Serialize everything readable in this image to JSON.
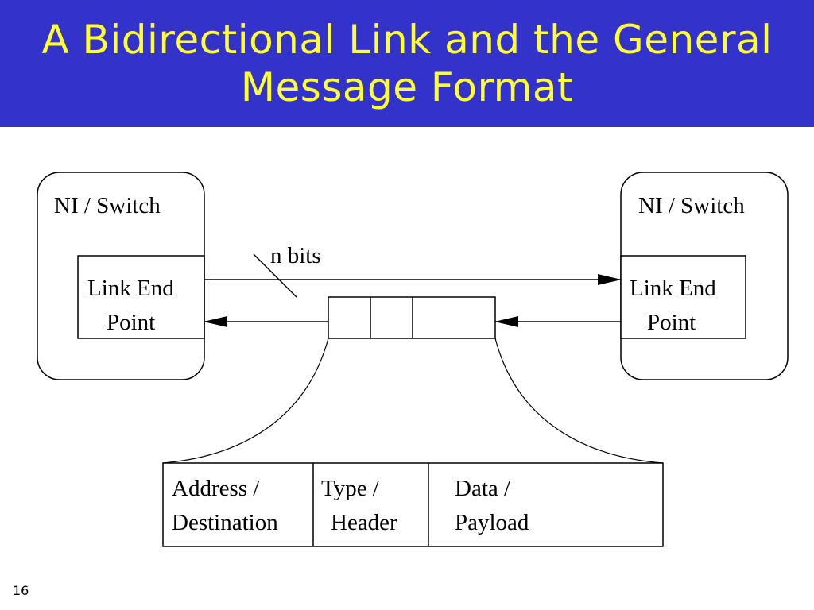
{
  "slide": {
    "title_line1": "A Bidirectional Link and the General",
    "title_line2": "Message Format",
    "page_number": "16",
    "colors": {
      "title_background": "#3333cc",
      "title_text": "#ffff33",
      "diagram_stroke": "#000000"
    }
  },
  "diagram": {
    "left_node": {
      "label": "NI / Switch",
      "endpoint_line1": "Link End",
      "endpoint_line2": "Point"
    },
    "right_node": {
      "label": "NI / Switch",
      "endpoint_line1": "Link End",
      "endpoint_line2": "Point"
    },
    "link_width_label": "n bits",
    "message_fields": [
      {
        "line1": "Address /",
        "line2": "Destination"
      },
      {
        "line1": "Type /",
        "line2": "Header"
      },
      {
        "line1": "Data /",
        "line2": "Payload"
      }
    ]
  }
}
